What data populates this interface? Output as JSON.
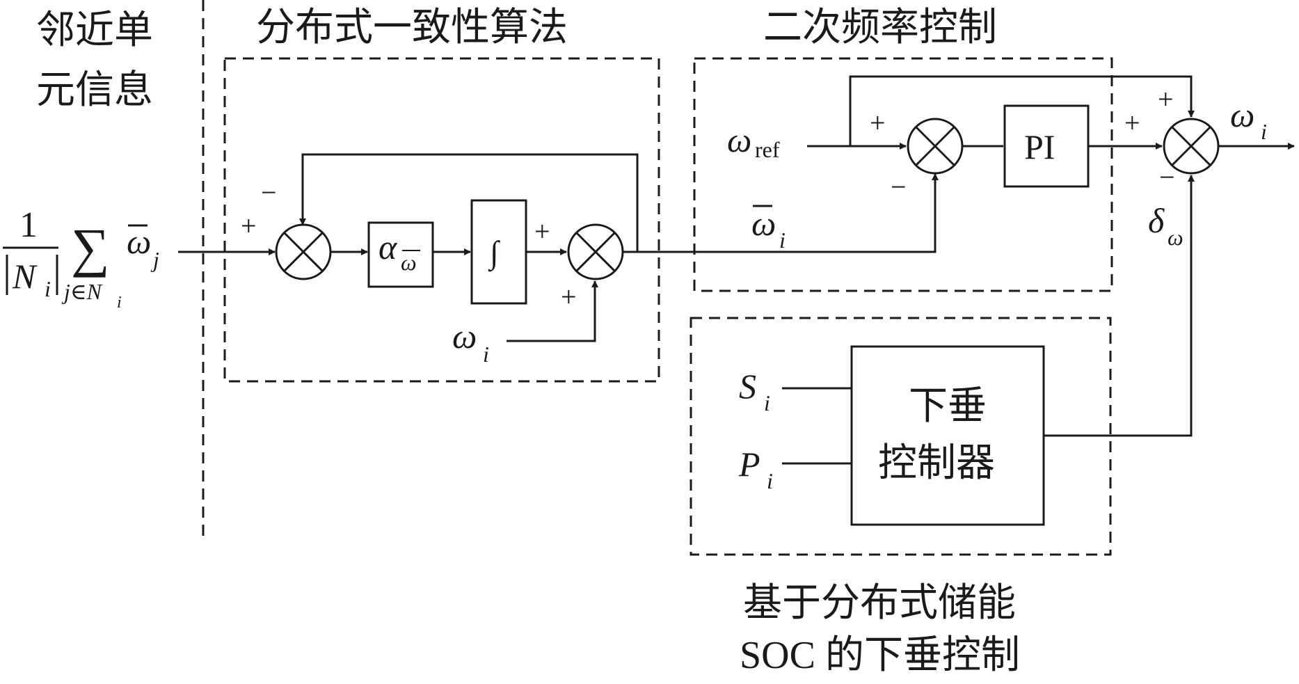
{
  "sections": {
    "neighbor": [
      "邻近单",
      "元信息"
    ],
    "consensus": "分布式一致性算法",
    "secondary": "二次频率控制",
    "droop_caption": [
      "基于分布式储能",
      "SOC 的下垂控制"
    ]
  },
  "blocks": {
    "gain": "α",
    "integrator": "∫",
    "pi": "PI",
    "droop": [
      "下垂",
      "控制器"
    ]
  },
  "signals": {
    "avg_num": "1",
    "avg_den": "N",
    "avg_den_sub": "i",
    "sum": "∑",
    "sum_sub": "j∈N",
    "sum_sub_i": "i",
    "omega_bar_j": "ω",
    "j": "j",
    "omega_i": "ω",
    "i": "i",
    "omega_ref": "ω",
    "ref": "ref",
    "omega_bar_i": "ω",
    "delta": "δ",
    "omega_sub": "ω",
    "S": "S",
    "P": "P"
  },
  "signs": {
    "plus": "+",
    "minus": "−"
  }
}
